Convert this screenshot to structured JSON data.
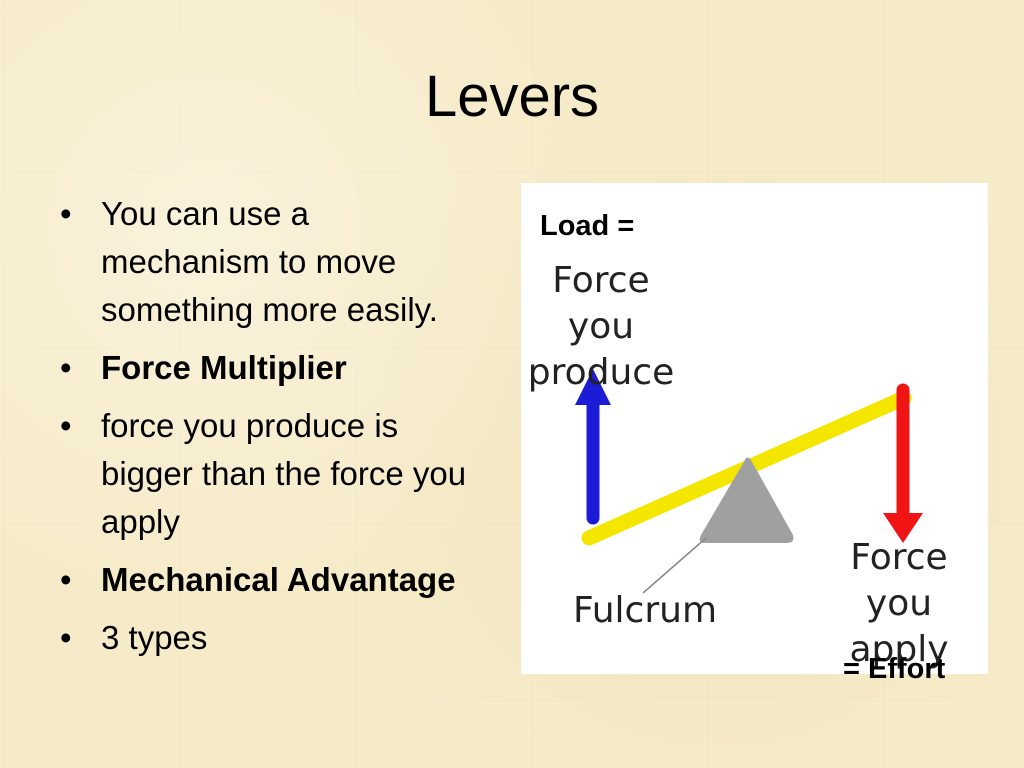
{
  "title": "Levers",
  "bullets": [
    {
      "text": "You can use a mechanism to move something more easily.",
      "bold": false
    },
    {
      "text": "Force Multiplier",
      "bold": true
    },
    {
      "text": "force you produce is bigger than the force you apply",
      "bold": false
    },
    {
      "text": "Mechanical Advantage",
      "bold": true
    },
    {
      "text": "3 types",
      "bold": false
    }
  ],
  "bullet_glyph": "•",
  "diagram": {
    "load_label": "Load =",
    "produce_line1": "Force you",
    "produce_line2": "produce",
    "apply_line1": "Force you",
    "apply_line2": "apply",
    "fulcrum_label": "Fulcrum",
    "effort_label": "= Effort",
    "colors": {
      "lever_bar": "#f5e600",
      "produce_arrow": "#1c1cd6",
      "apply_arrow": "#f01414",
      "fulcrum": "#a0a0a0"
    }
  }
}
